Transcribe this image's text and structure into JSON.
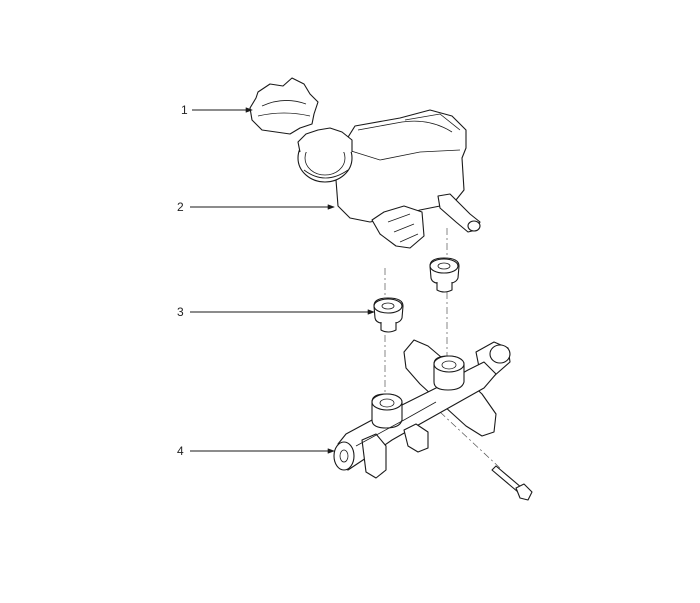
{
  "callouts": [
    {
      "number": "1",
      "part": "reservoir-cap"
    },
    {
      "number": "2",
      "part": "brake-fluid-reservoir"
    },
    {
      "number": "3",
      "part": "reservoir-seal"
    },
    {
      "number": "4",
      "part": "master-cylinder"
    }
  ],
  "colors": {
    "line": "#1a1a1a",
    "background": "#ffffff"
  }
}
